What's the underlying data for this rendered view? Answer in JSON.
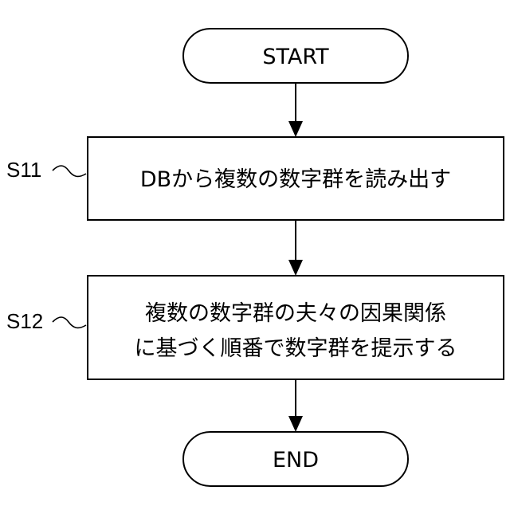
{
  "nodes": {
    "start": {
      "label": "START"
    },
    "s11": {
      "line1": "DBから複数の数字群を読み出す"
    },
    "s12": {
      "line1": "複数の数字群の夫々の因果関係",
      "line2": "に基づく順番で数字群を提示する"
    },
    "end": {
      "label": "END"
    }
  },
  "step_labels": {
    "s11": "S11",
    "s12": "S12"
  }
}
